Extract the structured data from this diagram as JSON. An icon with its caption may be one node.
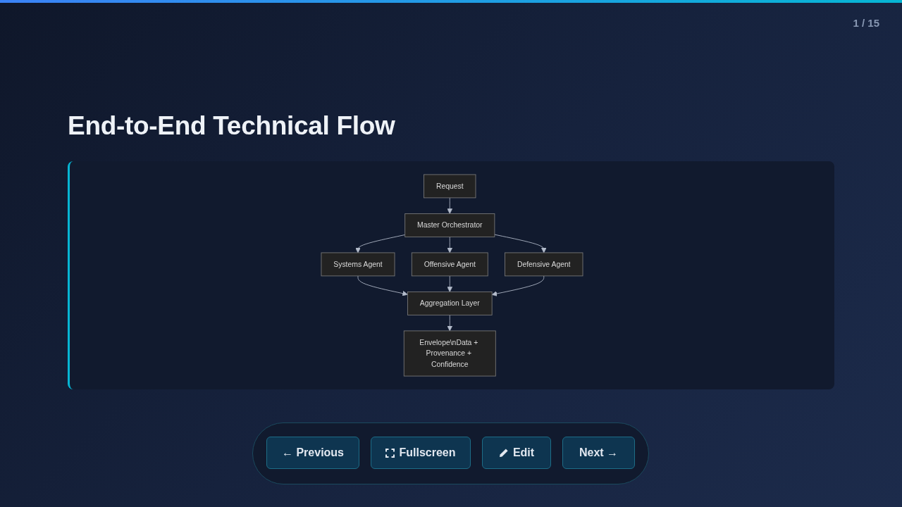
{
  "diagram": {
    "title": "End-to-End Technical Flow",
    "nodes": [
      {
        "text": [
          "Request"
        ]
      },
      {
        "text": [
          "Master Orchestrator"
        ]
      },
      {
        "text": [
          "Systems Agent"
        ]
      },
      {
        "text": [
          "Offensive Agent"
        ]
      },
      {
        "text": [
          "Defensive Agent"
        ]
      },
      {
        "text": [
          "Aggregation Layer"
        ]
      },
      {
        "text": [
          "Envelope\\nData + Provenance + Confidence"
        ]
      }
    ],
    "edges": [
      {
        "from": 0,
        "to": 1,
        "arrow": "to"
      },
      {
        "from": 1,
        "to": 2,
        "arrow": "to"
      },
      {
        "from": 1,
        "to": 3,
        "arrow": "to"
      },
      {
        "from": 1,
        "to": 4,
        "arrow": "to"
      },
      {
        "from": 2,
        "to": 5,
        "arrow": "to"
      },
      {
        "from": 3,
        "to": 5,
        "arrow": "to"
      },
      {
        "from": 4,
        "to": 5,
        "arrow": "to"
      },
      {
        "from": 5,
        "to": 6,
        "arrow": "to"
      }
    ],
    "labels": [
      "1 / 15",
      "← Previous",
      "Fullscreen",
      "Edit",
      "Next →"
    ]
  }
}
